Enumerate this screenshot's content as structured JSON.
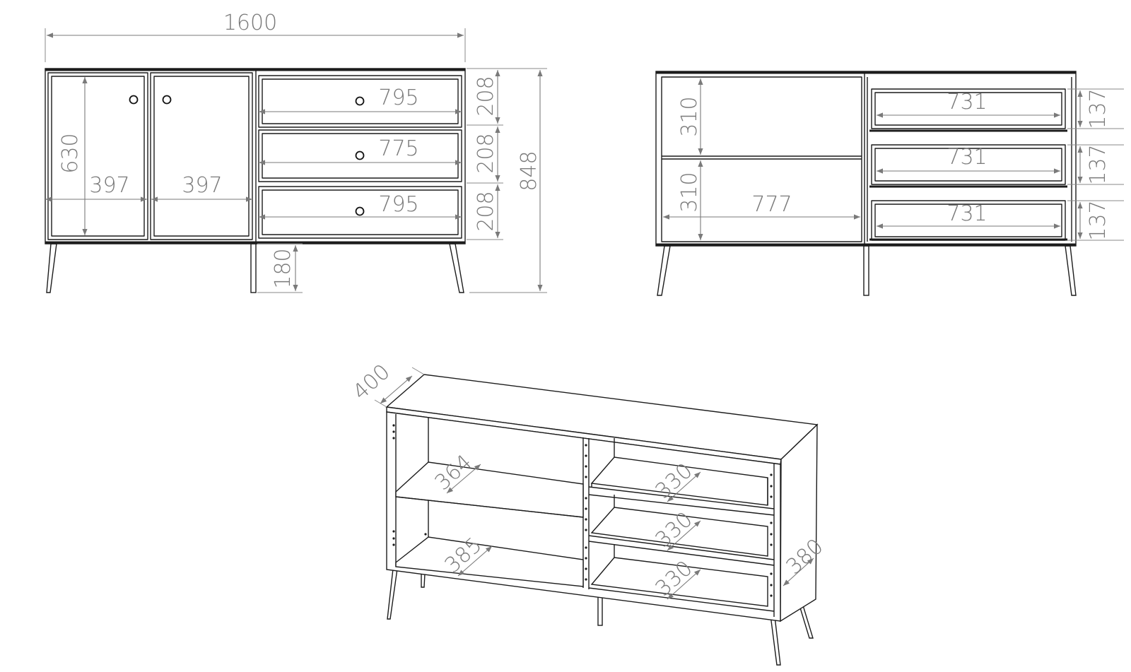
{
  "front_view": {
    "total_width": "1600",
    "total_height": "848",
    "door_height": "630",
    "door_left_width": "397",
    "door_right_width": "397",
    "drawer_top_width": "795",
    "drawer_middle_width": "775",
    "drawer_bottom_width": "795",
    "drawer_top_height": "208",
    "drawer_middle_height": "208",
    "drawer_bottom_height": "208",
    "leg_height": "180"
  },
  "open_front_view": {
    "shelf_upper_height": "310",
    "shelf_lower_height": "310",
    "compartment_width": "777",
    "drawer_inner_width_1": "731",
    "drawer_inner_width_2": "731",
    "drawer_inner_width_3": "731",
    "drawer_inner_height_1": "137",
    "drawer_inner_height_2": "137",
    "drawer_inner_height_3": "137"
  },
  "isometric_view": {
    "depth": "400",
    "shelf_upper_depth": "364",
    "shelf_lower_depth": "385",
    "drawer_depth_1": "330",
    "drawer_depth_2": "330",
    "drawer_depth_3": "330",
    "side_depth": "380"
  }
}
